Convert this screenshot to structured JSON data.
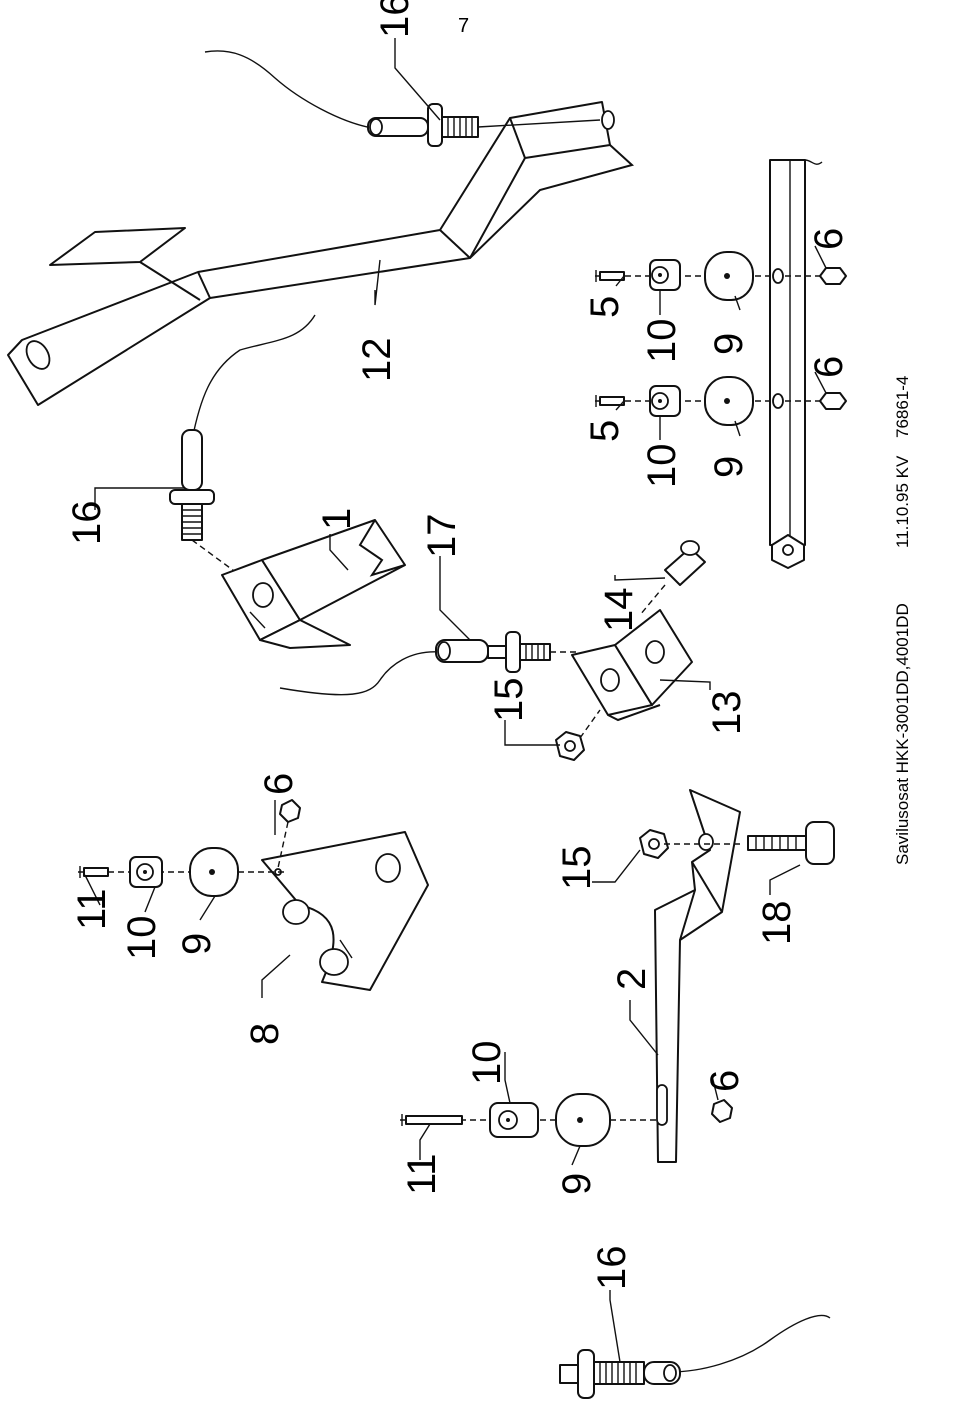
{
  "page_number": "7",
  "footer": {
    "title": "Savilusosat HKK-3001DD,4001DD",
    "date": "11.10.95 KV",
    "code": "76861-4"
  },
  "callouts": {
    "c16_top": "16",
    "c12": "12",
    "c16_mid": "16",
    "c1": "1",
    "c17": "17",
    "c14": "14",
    "c15_right": "15",
    "c13": "13",
    "c5_a": "5",
    "c10_a": "10",
    "c9_a": "9",
    "c6_a": "6",
    "c5_b": "5",
    "c10_b": "10",
    "c9_b": "9",
    "c6_b": "6",
    "c11_mid": "11",
    "c10_mid": "10",
    "c9_mid": "9",
    "c8": "8",
    "c6_mid": "6",
    "c15_mid": "15",
    "c18": "18",
    "c2": "2",
    "c11_low": "11",
    "c10_low": "10",
    "c9_low": "9",
    "c6_low": "6",
    "c16_bottom": "16"
  }
}
